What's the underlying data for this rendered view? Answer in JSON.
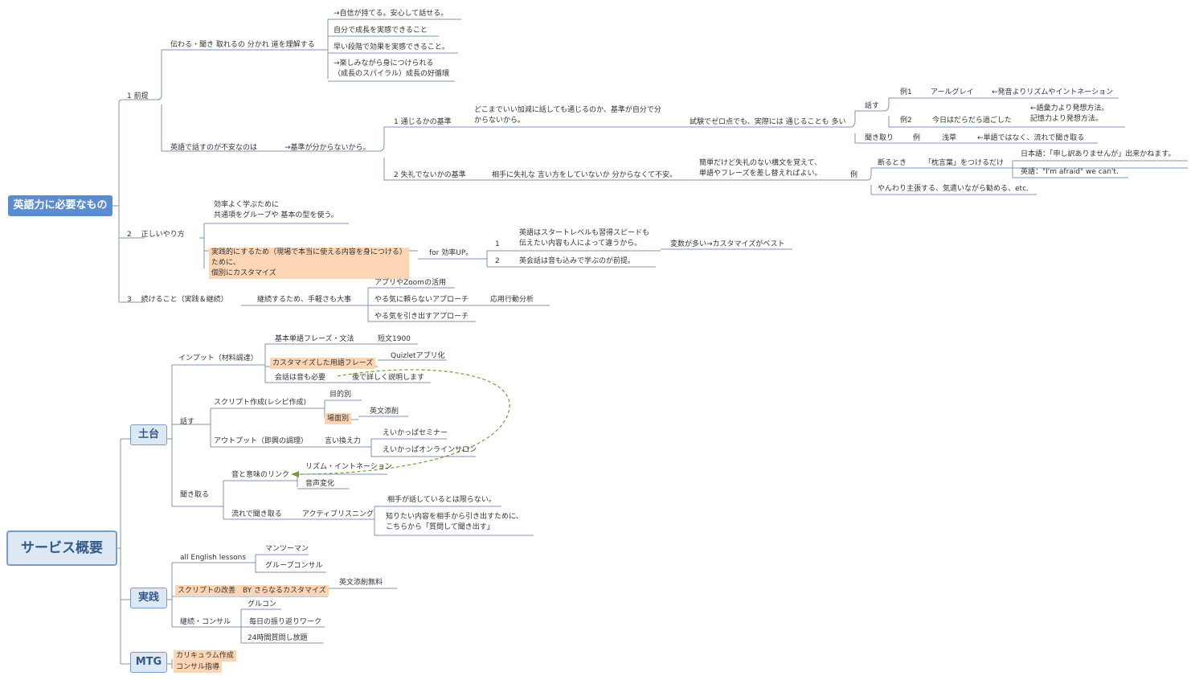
{
  "map1": {
    "root": "英語力に必要なもの",
    "n1": {
      "label": "1 前提",
      "a": {
        "label": "伝わる・聞き 取れるの 分かれ 道を理解する",
        "c1": "→自信が持てる。安心して話せる。",
        "c2": "自分で成長を実感できること",
        "c3": "早い段階で効果を実感できること。",
        "c4": "→楽しみながら身につけられる\n（成長のスパイラル）成長の好循環"
      },
      "b": {
        "label": "英語で話すのが不安なのは",
        "c1": "→基準が分からないから。",
        "k1": {
          "label": "1 通じるかの基準",
          "c1": "どこまでいい加減に話しても通じるのか、基準が自分で分\nからないから。",
          "c2": "試験でゼロ点でも、実際には 通じることも 多い",
          "speak": "話す",
          "ex1": "例1",
          "ex1_v": "アールグレイ",
          "ex1_n": "←発音よりリズムやイントネーション",
          "ex2": "例2",
          "ex2_v": "今日はだらだら過ごした",
          "ex2_n": "←語彙力より発想方法。\n記憶力より発想方法。",
          "listen": "聞き取り",
          "ex3": "例",
          "ex3_v": "浅草",
          "ex3_n": "←単語ではなく、流れで聞き取る"
        },
        "k2": {
          "label": "2 失礼でないかの基準",
          "c1": "相手に失礼な 言い方をしていないか 分からなくて不安。",
          "c2": "簡単だけど失礼のない構文を覚えて、\n単語やフレーズを差し替えればよい。",
          "ex": "例",
          "refuse": "断るとき",
          "cushion": "「枕言葉」をつけるだけ",
          "jp": "日本語：「申し訳ありませんが」出来かねます。",
          "en": "英語：\"I'm afraid\" we can't.",
          "soft": "やんわり主張する、気遣いながら勧める、etc."
        }
      }
    },
    "n2": {
      "label": "2　 正しいやり方",
      "c1": "効率よく学ぶために\n共通項をグループや 基本の型を使う。",
      "c2": "実践的にするため（現場で本当に使える内容を身につける）\nために、\n個別にカスタマイズ",
      "for": "for 効率UP。",
      "s1_no": "1",
      "s1": "英語はスタートレベルも習得スピードも\n伝えたい内容も人によって違うから。",
      "s1_n": "変数が多い→カスタマイズがベスト",
      "s2_no": "2",
      "s2": "英会話は音も込みで学ぶのが前提。"
    },
    "n3": {
      "label": "3　 続けること（実践＆継続）",
      "c1": "継続するため、手軽さも大事",
      "a1": "アプリやZoomの活用",
      "a2": "やる気に頼らないアプローチ",
      "a2_n": "応用行動分析",
      "a3": "やる気を引き出すアプローチ"
    }
  },
  "map2": {
    "root": "サービス概要",
    "base": {
      "label": "土台",
      "input": {
        "label": "インプット（材料調達）",
        "i1": "基本単語フレーズ・文法",
        "i1_n": "短文1900",
        "i2": "カスタマイズした用語フレーズ",
        "i2_n": "Quizletアプリ化",
        "i3": "会話は音も必要",
        "i3_n": "後で詳しく説明します"
      },
      "speak": {
        "label": "話す",
        "script": "スクリプト作成(レシピ作成)",
        "p1": "目的別",
        "p2": "場面別",
        "p2_n": "英文添削",
        "output": "アウトプット（即興の調理）",
        "para": "言い換え力",
        "s1": "えいかっぱセミナー",
        "s2": "えいかっぱオンラインサロン"
      },
      "listen": {
        "label": "聞き取る",
        "link": "音と意味のリンク",
        "l1": "リズム・イントネーション",
        "l2": "音声変化",
        "flow": "流れで聞き取る",
        "active": "アクティブリスニング",
        "a1": "相手が話しているとは限らない。",
        "a2": "知りたい内容を相手から引き出すために、\nこちらから「質問して聞き出す」"
      }
    },
    "practice": {
      "label": "実践",
      "all": "all English lessons",
      "m1": "マンツーマン",
      "m2": "グループコンサル",
      "improve": "スクリプトの改善　BY さらなるカスタマイズ",
      "improve_n": "英文添削無料",
      "cont": "継続・コンサル",
      "c1": "グルコン",
      "c2": "毎日の振り返りワーク",
      "c3": "24時間質問し放題"
    },
    "mtg": {
      "label": "MTG",
      "c1": "カリキュラム作成",
      "c2": "コンサル指導"
    }
  },
  "colors": {
    "line": "#7f96b5",
    "highlight": "#fcd5b4",
    "root1_bg": "#5b8ccf",
    "root2_bg": "#dde8f5",
    "dashed": "#7a9a3a"
  }
}
